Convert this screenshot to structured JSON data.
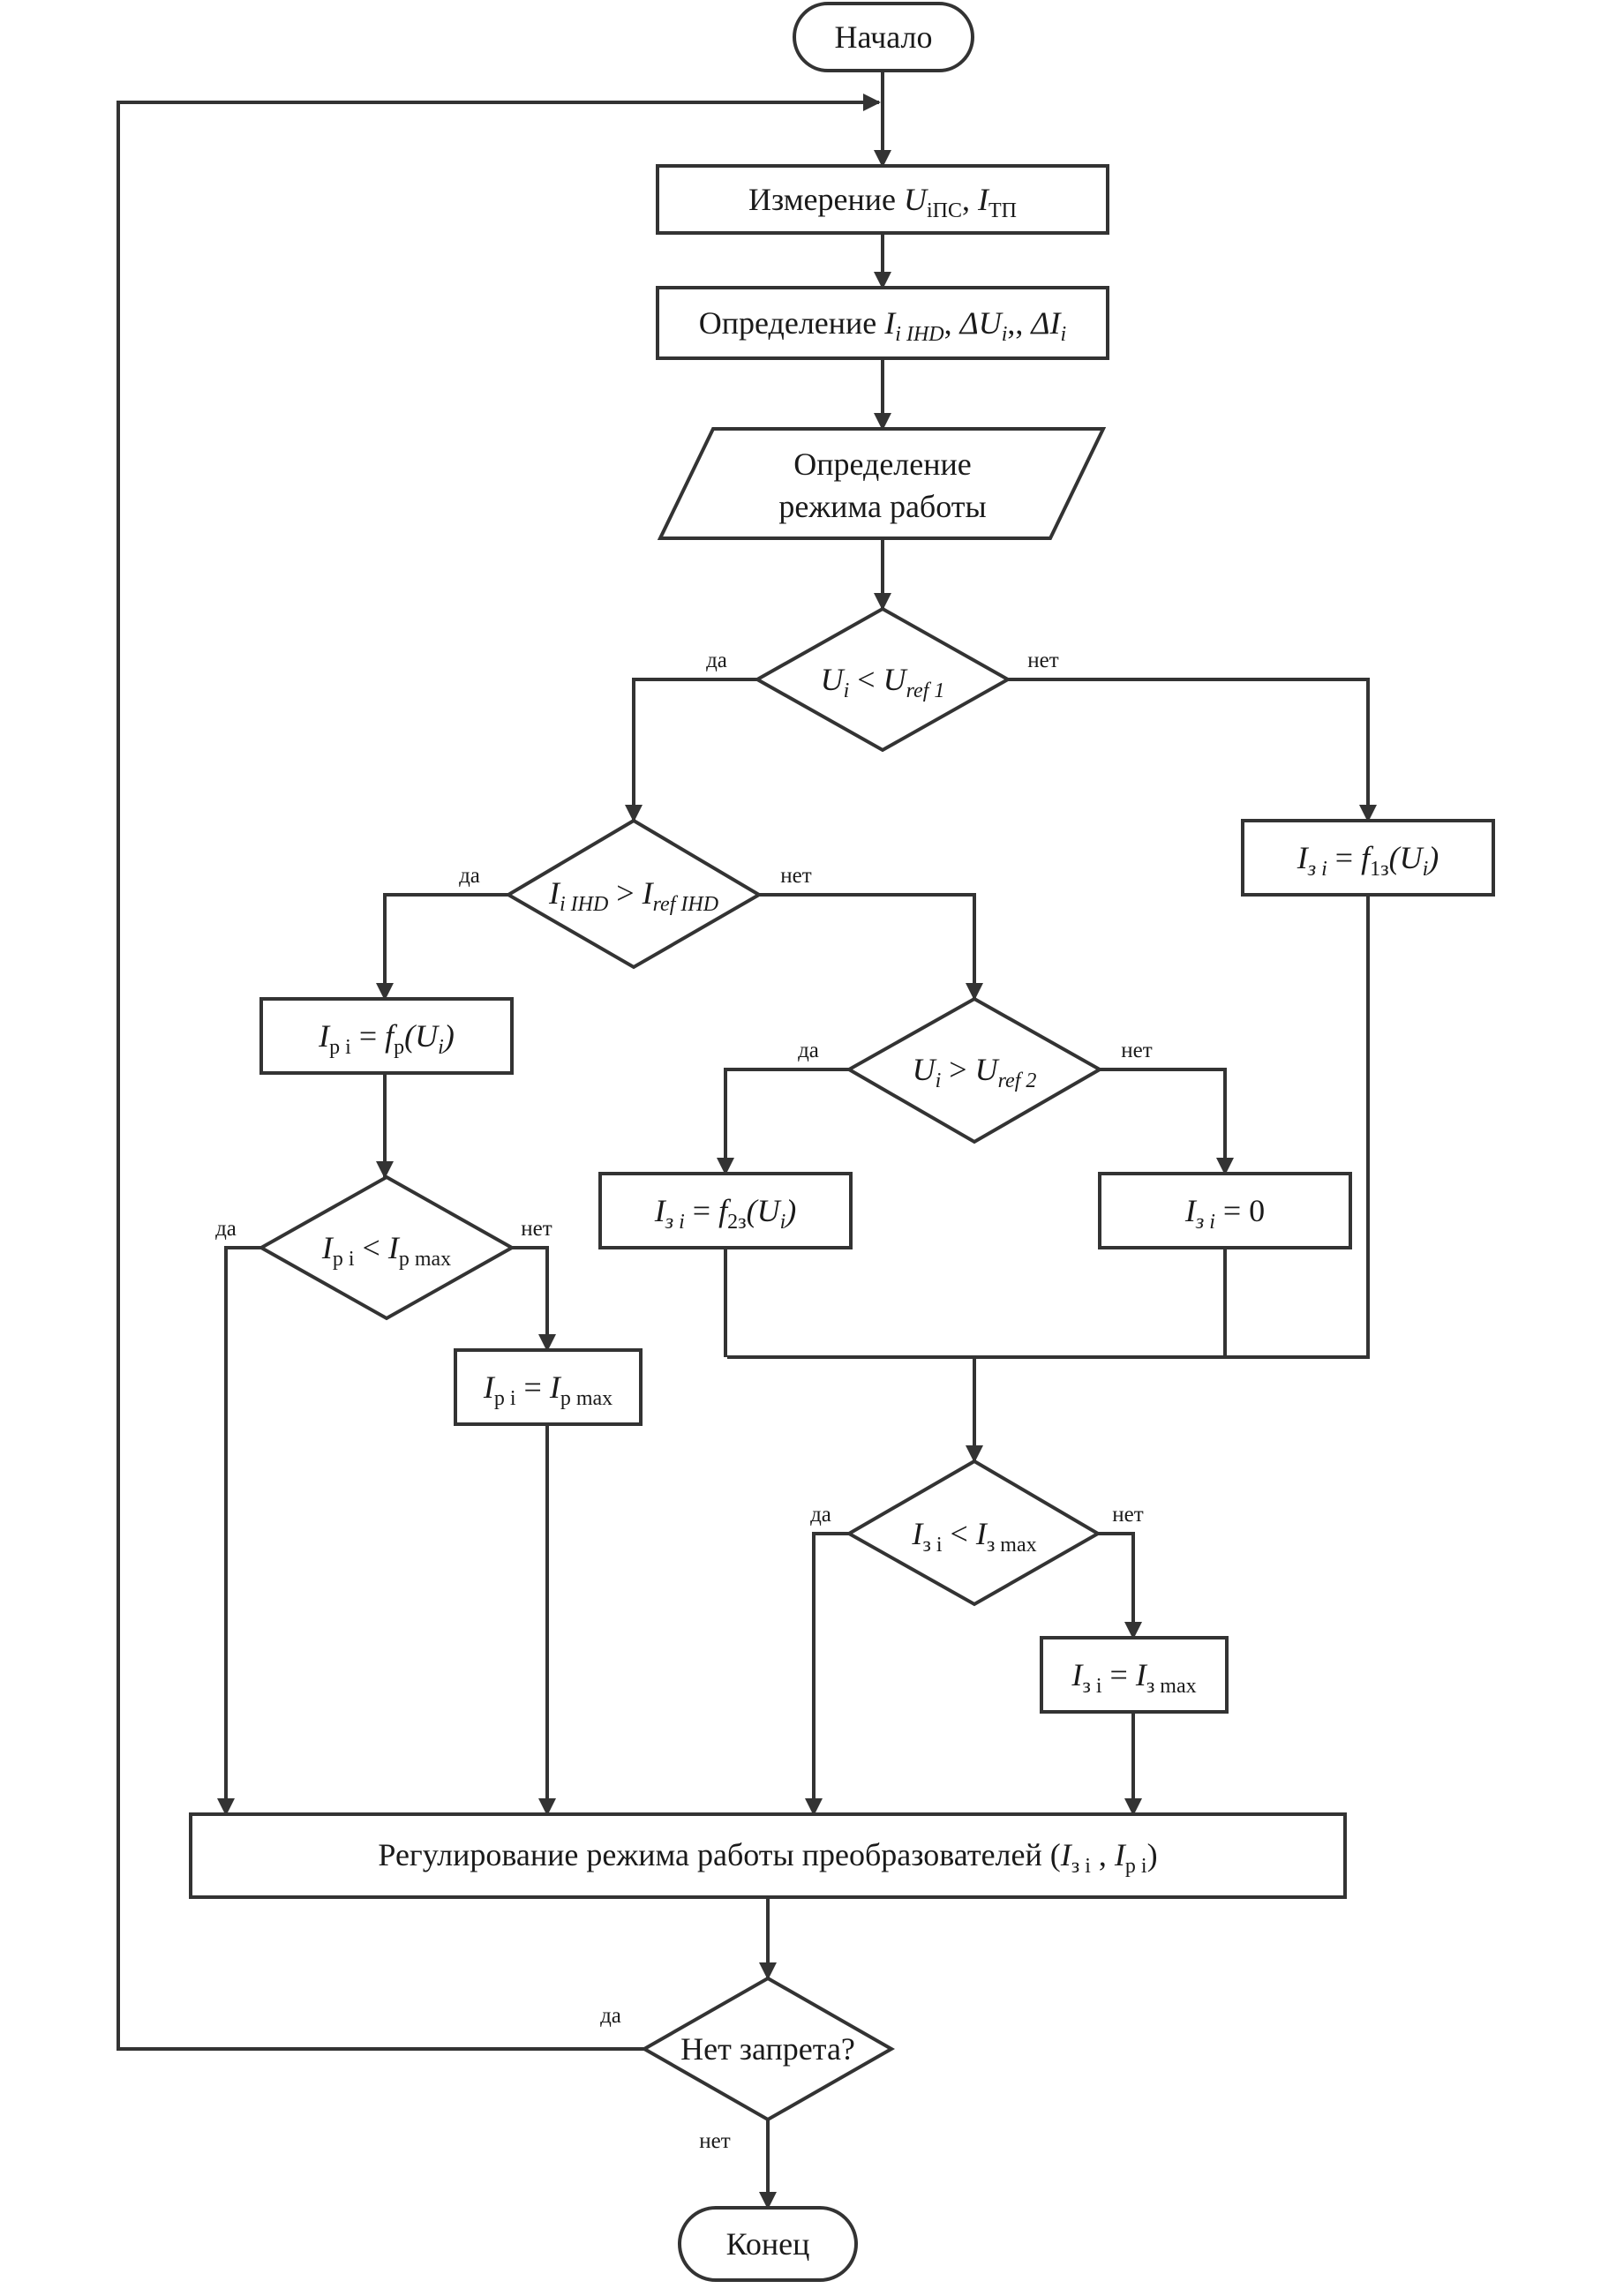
{
  "nodes": {
    "start": "Начало",
    "measure": {
      "pre": "Измерение ",
      "u": "U",
      "u_sub": "iПС",
      "sep": ", ",
      "i": "I",
      "i_sub": "ТП"
    },
    "determine": {
      "pre": "Определение ",
      "i": "I",
      "i_sub": "i IHD",
      "c1": ", ",
      "du": "ΔU",
      "du_sub": "i",
      "c2": ",, ",
      "di": "ΔI",
      "di_sub": "i"
    },
    "mode_line1": "Определение",
    "mode_line2": "режима работы",
    "d1": {
      "a": "U",
      "a_sub": "i",
      "op": " < ",
      "b": "U",
      "b_sub": "ref 1"
    },
    "d2": {
      "a": "I",
      "a_sub": "i IHD",
      "op": " > ",
      "b": "I",
      "b_sub": "ref IHD"
    },
    "p_fr": {
      "a": "I",
      "a_sub": "р i",
      "op": " = ",
      "f": "f",
      "f_sub": "р",
      "arg": "(U",
      "arg_sub": "i",
      "close": ")"
    },
    "p_f13": {
      "a": "I",
      "a_sub": "з i",
      "op": " = ",
      "f": "f",
      "f_sub": "1з",
      "arg": "(U",
      "arg_sub": "i",
      "close": ")"
    },
    "d3": {
      "a": "U",
      "a_sub": "i",
      "op": " > ",
      "b": "U",
      "b_sub": "ref 2"
    },
    "p_f23": {
      "a": "I",
      "a_sub": "з i",
      "op": " = ",
      "f": "f",
      "f_sub": "2з",
      "arg": "(U",
      "arg_sub": "i",
      "close": ")"
    },
    "p_zero": {
      "a": "I",
      "a_sub": "з i",
      "op": " = 0"
    },
    "d4": {
      "a": "I",
      "a_sub": "р i",
      "op": " < ",
      "b": "I",
      "b_sub": "р max"
    },
    "p_ipmax": {
      "a": "I",
      "a_sub": "р i",
      "op": " = ",
      "b": "I",
      "b_sub": "р max"
    },
    "d5": {
      "a": "I",
      "a_sub": "з i",
      "op": " < ",
      "b": "I",
      "b_sub": "з max"
    },
    "p_izmax": {
      "a": "I",
      "a_sub": "з i",
      "op": " = ",
      "b": "I",
      "b_sub": "з max"
    },
    "regulate": {
      "pre": "Регулирование режима работы преобразователей (",
      "a": "I",
      "a_sub": "з i",
      "sep": " , ",
      "b": "I",
      "b_sub": "р i",
      "close": ")"
    },
    "d6": "Нет запрета?",
    "end": "Конец"
  },
  "branch_labels": {
    "yes": "да",
    "no": "нет"
  }
}
